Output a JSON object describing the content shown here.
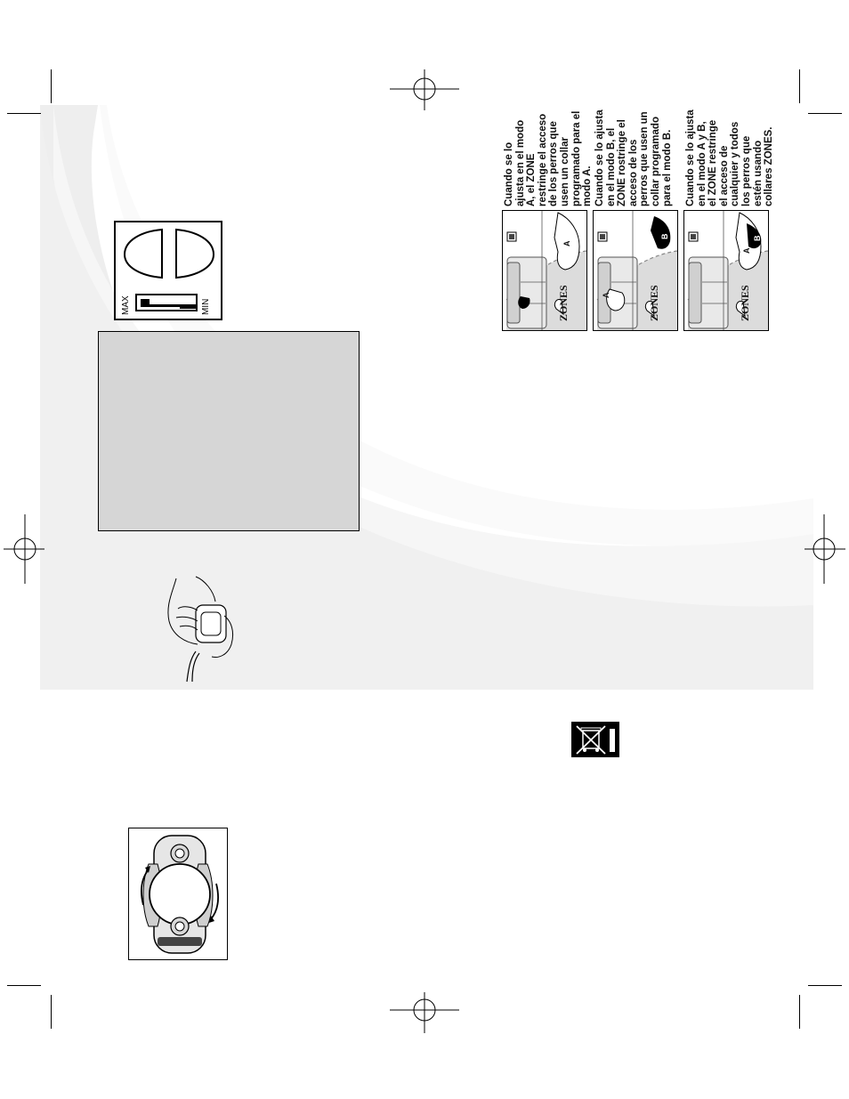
{
  "dial": {
    "max_label": "MAX",
    "min_label": "MIN"
  },
  "panels": [
    {
      "lines": [
        "Cuando se lo",
        "ajusta en el modo",
        "A, el ZONE",
        "restringe el acceso",
        "de los perros que",
        "usen un collar",
        "programado para el",
        "modo A."
      ],
      "zone_logo": "ZONES",
      "collar_a": "A"
    },
    {
      "lines": [
        "Cuando se lo ajusta",
        "en el modo B, el",
        "ZONE rostringe el",
        "acceso de los",
        "perros que usen un",
        "collar programado",
        "para el modo B."
      ],
      "zone_logo": "ZONES",
      "collar_a": "A",
      "collar_b": "B"
    },
    {
      "lines": [
        "Cuando se lo ajusta",
        "en el modo A y B,",
        "el ZONE restringe",
        "el acceso de",
        "cualquier y todos",
        "los perros que",
        "estén usando",
        "collares ZONES."
      ],
      "zone_logo": "ZONES",
      "collar_a": "A",
      "collar_b": "B"
    }
  ],
  "colors": {
    "swoosh": "#ececec",
    "swoosh_edge": "#f5f5f5",
    "gray_box": "#d6d6d6",
    "zone_area": "#dcdcdc"
  }
}
